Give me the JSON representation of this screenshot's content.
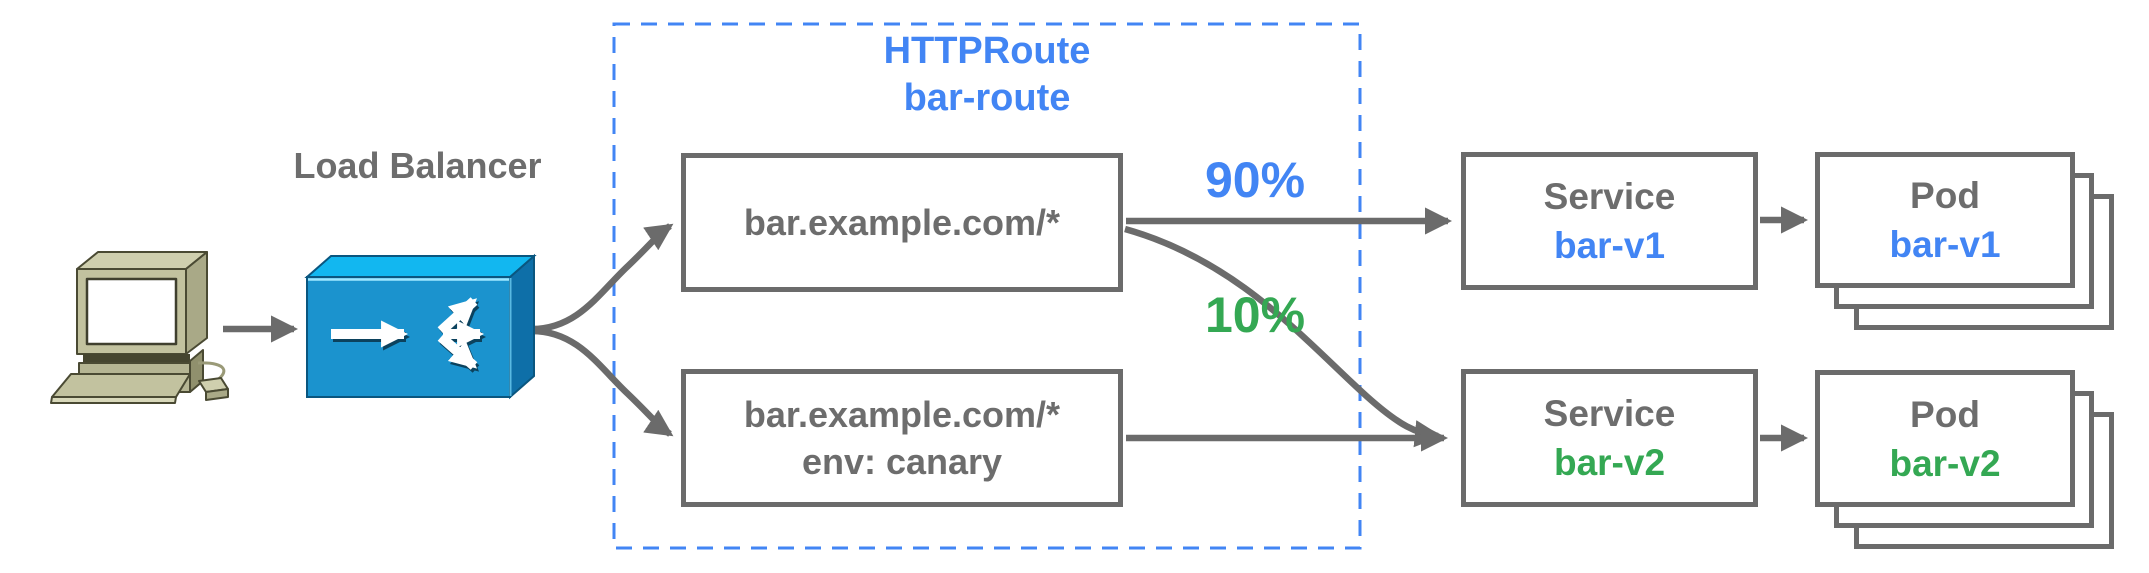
{
  "colors": {
    "accent_blue": "#4285F4",
    "accent_green": "#34A853",
    "line_gray": "#6B6B6B",
    "text_gray": "#6D6D6D",
    "lb_front_blue": "#1B93CE",
    "lb_top_blue": "#12B7F0",
    "lb_side_blue": "#0E6FA8",
    "computer_khaki": "#C2C29F"
  },
  "load_balancer": {
    "label": "Load Balancer"
  },
  "http_route": {
    "title": "HTTPRoute",
    "name": "bar-route",
    "rules": [
      {
        "match": "bar.example.com/*",
        "weight": "90%"
      },
      {
        "match": "bar.example.com/*",
        "header_match": "env: canary",
        "weight": "10%"
      }
    ]
  },
  "services": [
    {
      "kind": "Service",
      "name": "bar-v1"
    },
    {
      "kind": "Service",
      "name": "bar-v2"
    }
  ],
  "pods": [
    {
      "kind": "Pod",
      "name": "bar-v1"
    },
    {
      "kind": "Pod",
      "name": "bar-v2"
    }
  ],
  "icons": {
    "client": "desktop-computer-icon",
    "load_balancer": "load-balancer-icon"
  }
}
